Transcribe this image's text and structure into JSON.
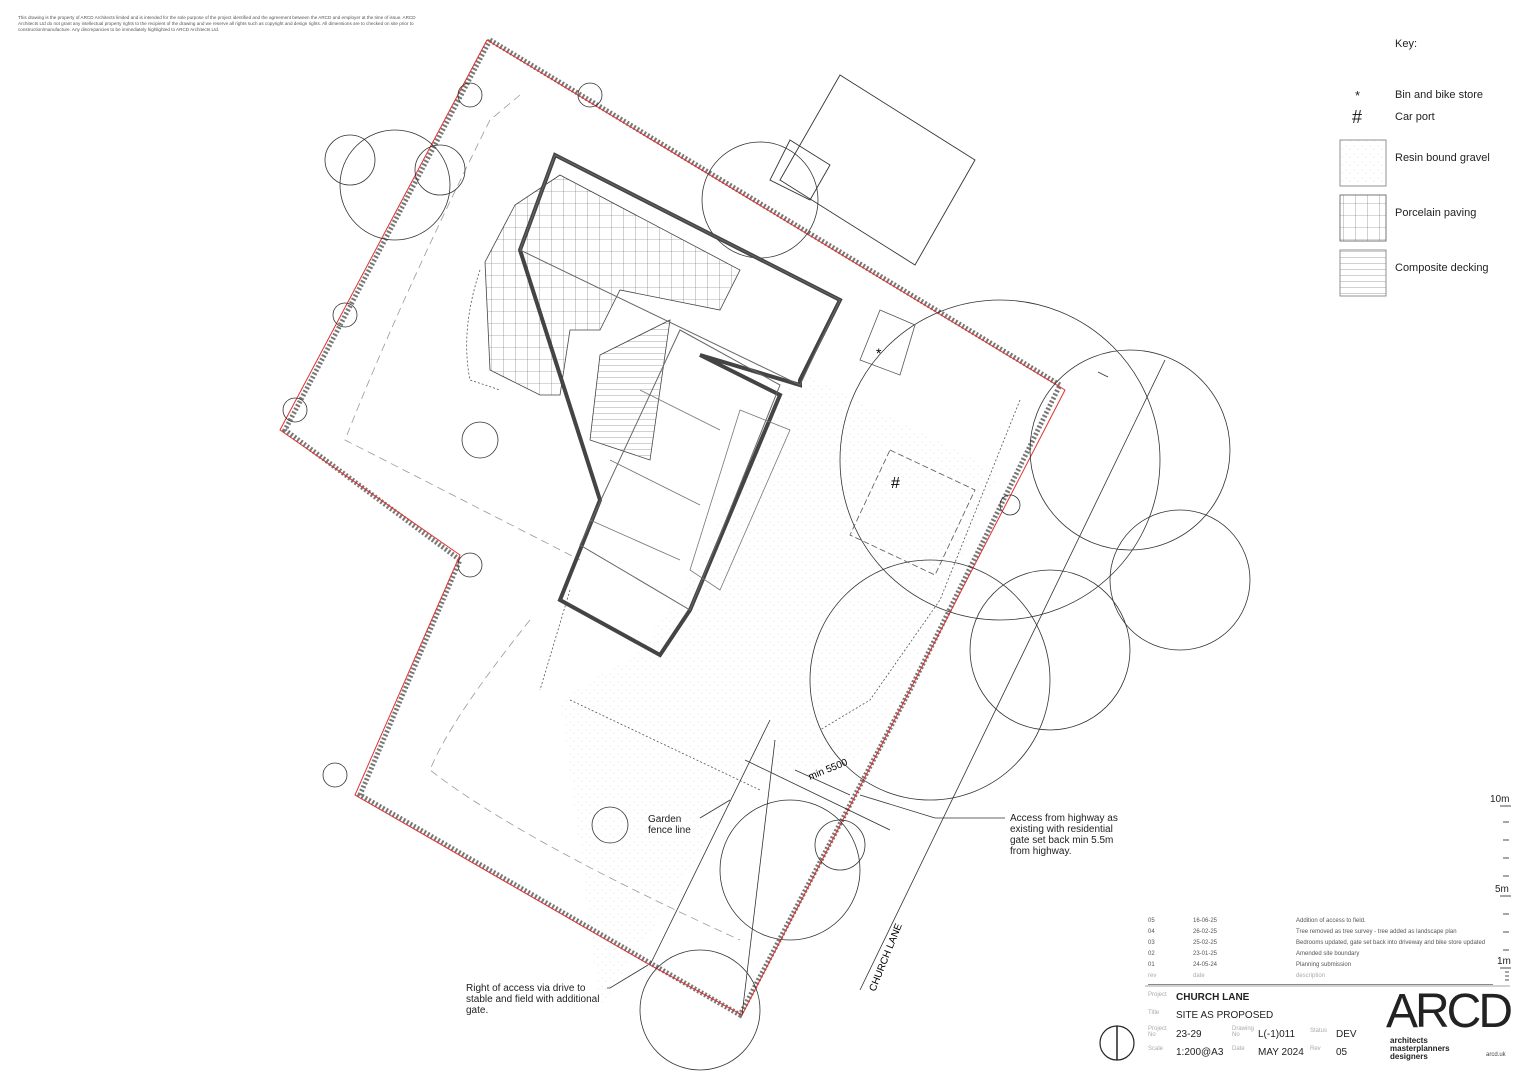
{
  "disclaimer": "This drawing is the property of ARCD Architects limited and is intended for the sole purpose of the project identified and the agreement between the ARCD and employer at the time of issue. ARCD Architects Ltd do not grant any intellectual property rights to the recipient of the drawing and we reserve all rights such as copyright and design rights. All dimensions are to checked on site prior to construction/manufacture. Any discrepancies to be immediately highlighted to ARCD Architects Ltd.",
  "key": {
    "title": "Key:",
    "items": [
      {
        "symbol": "*",
        "label": "Bin and bike store"
      },
      {
        "symbol": "#",
        "label": "Car port"
      },
      {
        "pattern": "gravel",
        "label": "Resin bound gravel"
      },
      {
        "pattern": "grid",
        "label": "Porcelain paving"
      },
      {
        "pattern": "lines",
        "label": "Composite decking"
      }
    ]
  },
  "plan": {
    "boundary_color": "#e03030",
    "bin_store_symbol": "*",
    "car_port_symbol": "#",
    "dimension": "min 5500",
    "road_label": "CHURCH LANE",
    "notes": {
      "garden_fence": "Garden fence line",
      "access_highway": "Access from highway as existing with residential gate set back min 5.5m from highway.",
      "right_of_access": "Right of access via drive to stable and field with additional gate."
    }
  },
  "scale_bar": {
    "labels": [
      "10m",
      "5m",
      "1m"
    ]
  },
  "revisions": {
    "headers": {
      "rev": "rev",
      "date": "date",
      "description": "description"
    },
    "rows": [
      {
        "rev": "05",
        "date": "16-06-25",
        "description": "Addition of access to field."
      },
      {
        "rev": "04",
        "date": "26-02-25",
        "description": "Tree removed as tree survey - tree added as landscape plan"
      },
      {
        "rev": "03",
        "date": "25-02-25",
        "description": "Bedrooms updated, gate set back into driveway and bike store updated"
      },
      {
        "rev": "02",
        "date": "23-01-25",
        "description": "Amended site boundary"
      },
      {
        "rev": "01",
        "date": "24-05-24",
        "description": "Planning submission"
      }
    ]
  },
  "title_block": {
    "project_label": "Project",
    "project": "CHURCH LANE",
    "title_label": "Title",
    "title": "SITE AS PROPOSED",
    "project_no_label": "Project No",
    "project_no": "23-29",
    "drawing_no_label": "Drawing No",
    "drawing_no": "L(-1)011",
    "status_label": "Status",
    "status": "DEV",
    "scale_label": "Scale",
    "scale": "1:200@A3",
    "date_label": "Date",
    "date": "MAY 2024",
    "rev_label": "Rev",
    "rev": "05",
    "logo": "ARCD",
    "tagline": [
      "architects",
      "masterplanners",
      "designers"
    ],
    "website": "arcd.uk"
  }
}
